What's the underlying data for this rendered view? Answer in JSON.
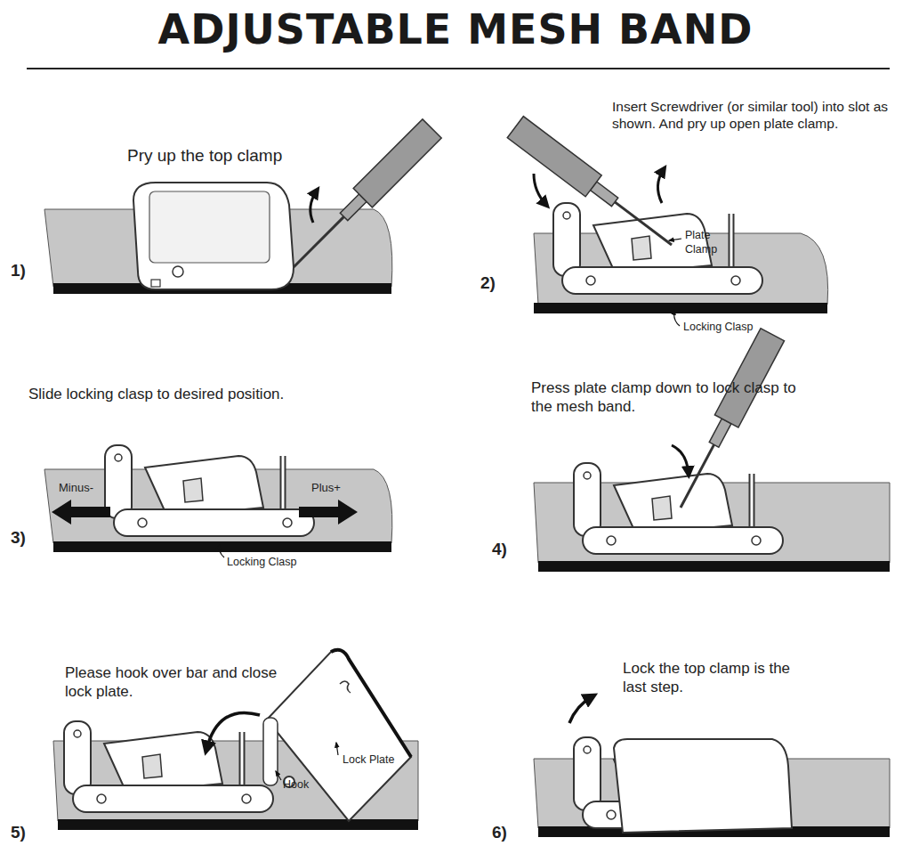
{
  "diagram": {
    "title": "ADJUSTABLE MESH BAND",
    "labels": [
      "Pry up the top clamp",
      "1)",
      "Insert Screwdriver (or similar tool) into slot as shown. And pry up open plate clamp.",
      "Plate Clamp",
      "Locking Clasp",
      "2)",
      "Slide locking clasp to desired position.",
      "Minus-",
      "Plus+",
      "Locking Clasp",
      "3)",
      "Press plate clamp down to lock clasp to the mesh band.",
      "4)",
      "Please hook over bar and close lock plate.",
      "Lock Plate",
      "Hook",
      "5)",
      "Lock the top clamp is the last step.",
      "6)"
    ]
  }
}
